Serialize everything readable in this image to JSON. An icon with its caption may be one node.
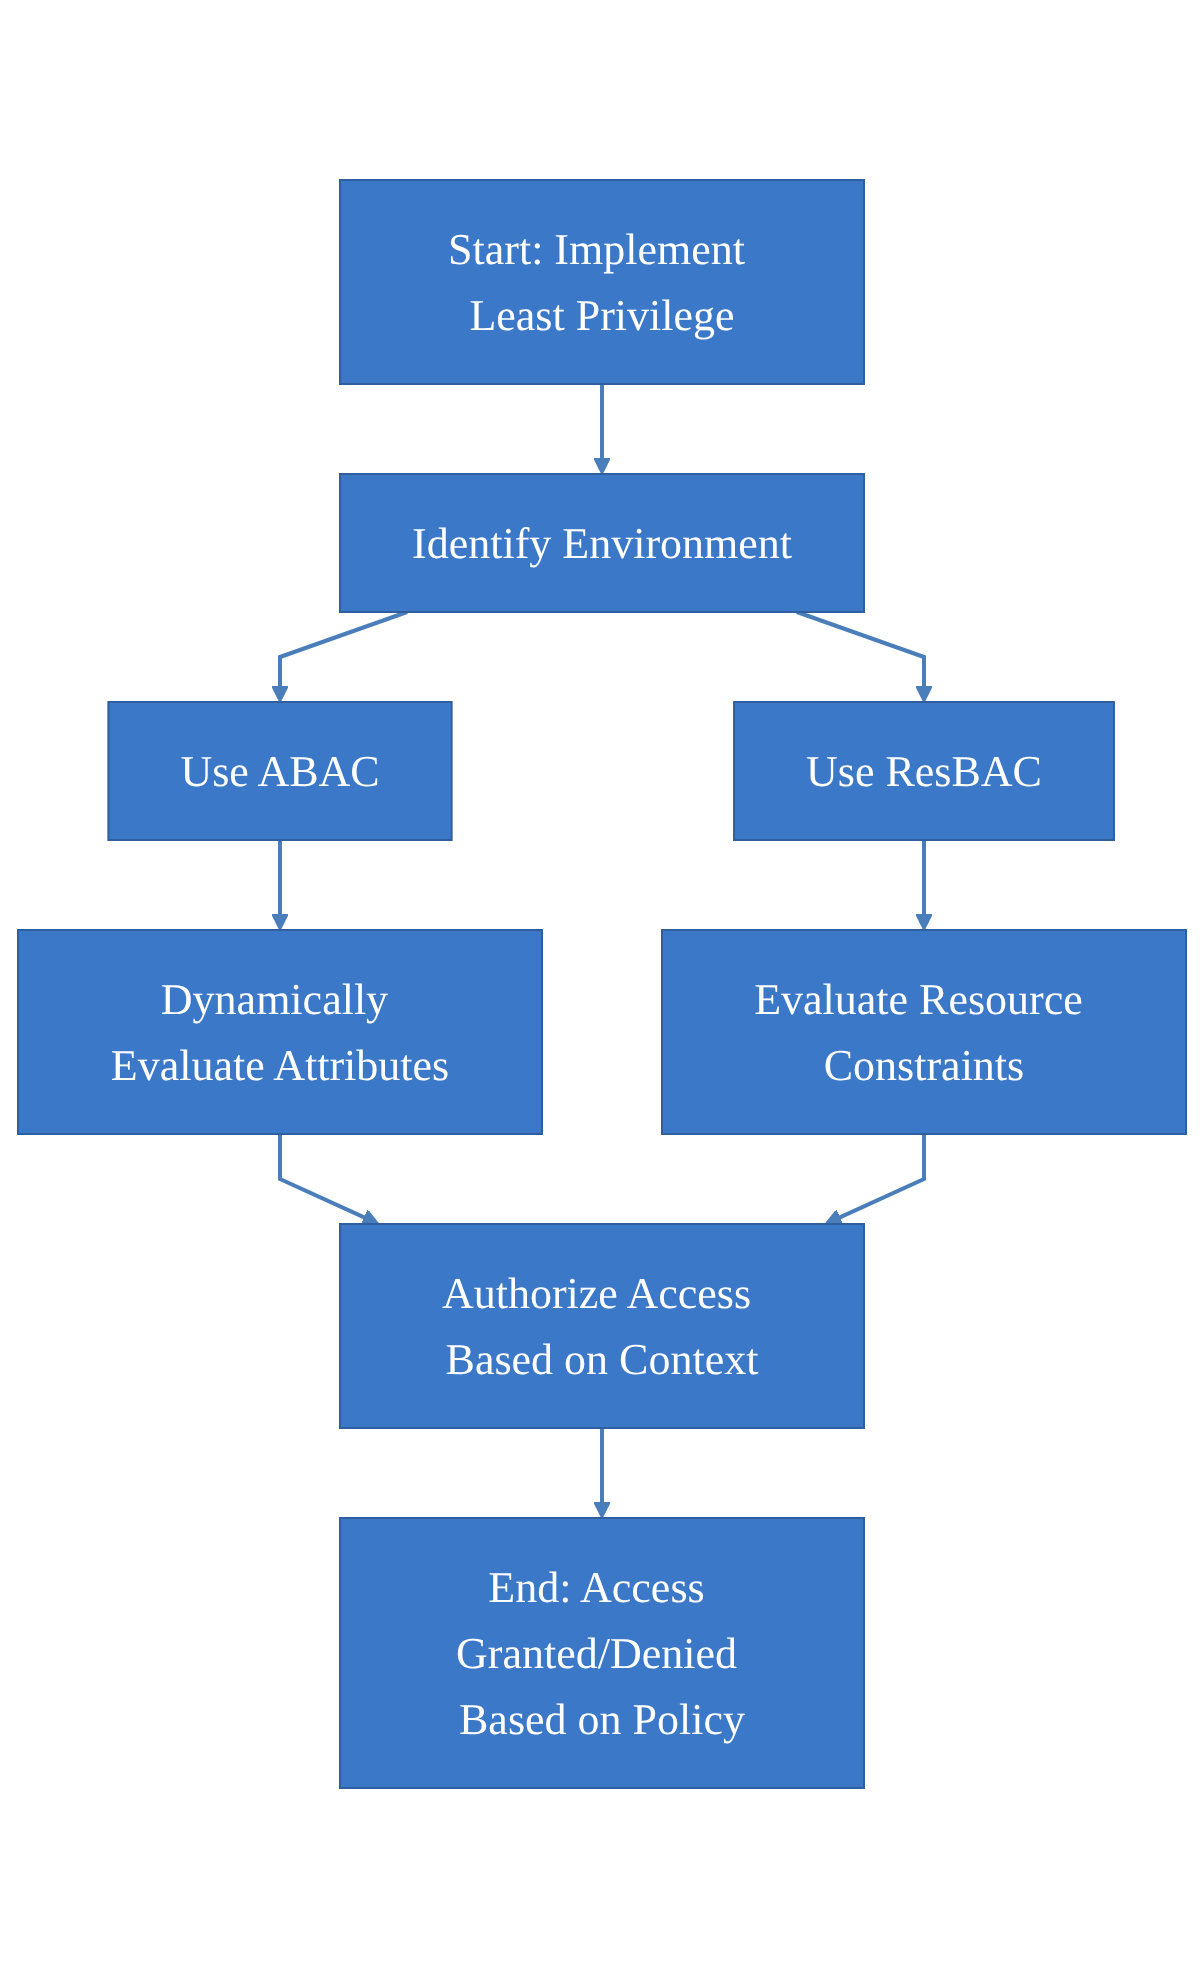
{
  "diagram": {
    "nodes": [
      {
        "text": [
          "Start: Implement Least Privilege"
        ]
      },
      {
        "text": [
          "Identify Environment"
        ]
      },
      {
        "text": [
          "Use ABAC"
        ]
      },
      {
        "text": [
          "Use ResBAC"
        ]
      },
      {
        "text": [
          "Dynamically Evaluate Attributes"
        ]
      },
      {
        "text": [
          "Evaluate Resource Constraints"
        ]
      },
      {
        "text": [
          "Authorize Access Based on Context"
        ]
      },
      {
        "text": [
          "End: Access Granted/Denied Based on Policy"
        ]
      }
    ],
    "edges": [
      {
        "from": 0,
        "to": 1,
        "arrow": "to"
      },
      {
        "from": 1,
        "to": 2,
        "arrow": "to"
      },
      {
        "from": 1,
        "to": 3,
        "arrow": "to"
      },
      {
        "from": 2,
        "to": 4,
        "arrow": "to"
      },
      {
        "from": 3,
        "to": 5,
        "arrow": "to"
      },
      {
        "from": 4,
        "to": 6,
        "arrow": "to"
      },
      {
        "from": 5,
        "to": 6,
        "arrow": "to"
      },
      {
        "from": 6,
        "to": 7,
        "arrow": "to"
      }
    ]
  }
}
